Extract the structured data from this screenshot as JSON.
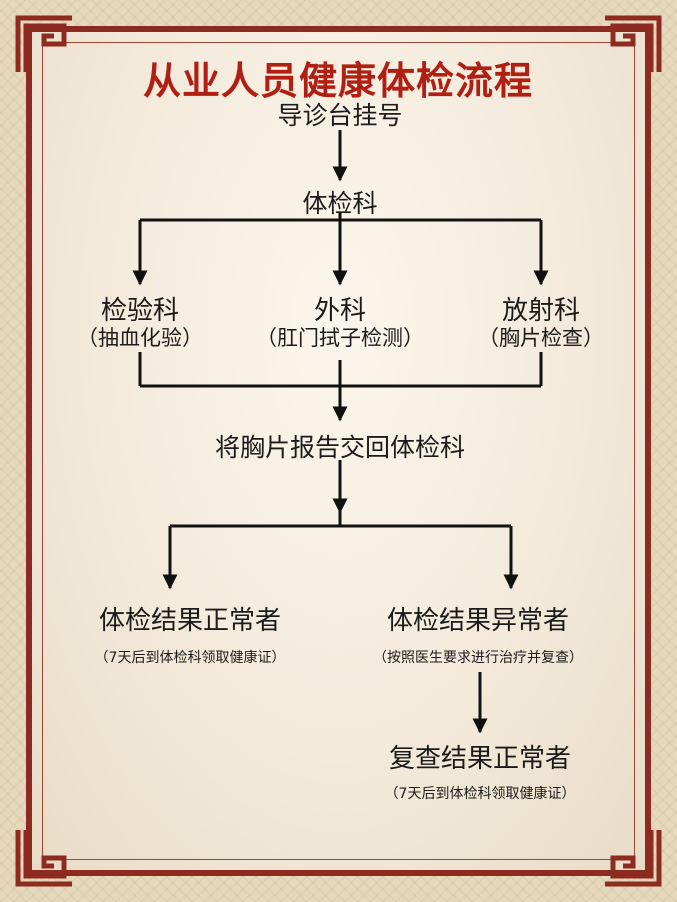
{
  "title": "从业人员健康体检流程",
  "steps": {
    "registration": "导诊台挂号",
    "exam_dept": "体检科",
    "lab": {
      "name": "检验科",
      "detail": "（抽血化验）"
    },
    "surgery": {
      "name": "外科",
      "detail": "（肛门拭子检测）"
    },
    "radiology": {
      "name": "放射科",
      "detail": "（胸片检查）"
    },
    "return_report": "将胸片报告交回体检科",
    "normal": {
      "name": "体检结果正常者",
      "detail": "（7天后到体检科领取健康证）"
    },
    "abnormal": {
      "name": "体检结果异常者",
      "detail": "（按照医生要求进行治疗并复查）"
    },
    "recheck_normal": {
      "name": "复查结果正常者",
      "detail": "（7天后到体检科领取健康证）"
    }
  },
  "colors": {
    "title": "#b11f12",
    "border": "#8e2b20",
    "line": "#111111",
    "background": "#f3eadb"
  }
}
